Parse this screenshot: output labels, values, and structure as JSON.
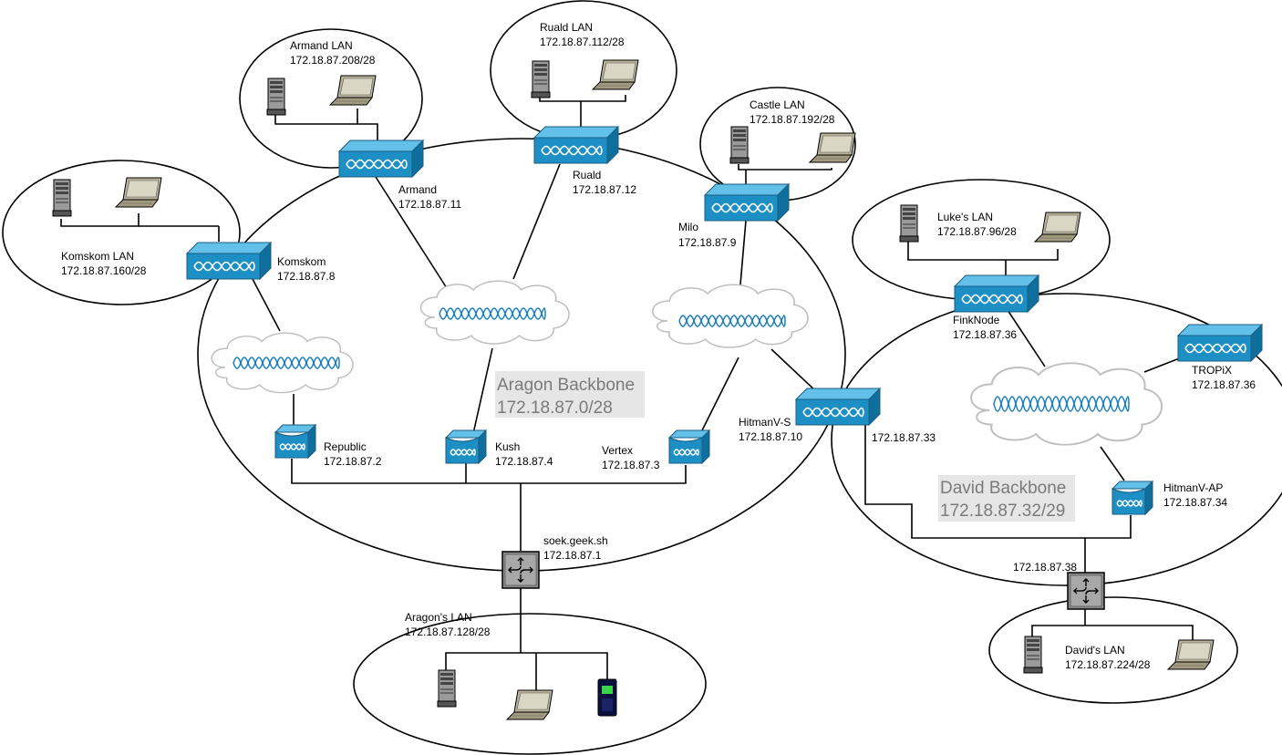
{
  "backbones": {
    "aragon": {
      "title": "Aragon Backbone",
      "subnet": "172.18.87.0/28"
    },
    "david": {
      "title": "David Backbone",
      "subnet": "172.18.87.32/29"
    }
  },
  "lans": {
    "armand": {
      "name": "Armand LAN",
      "subnet": "172.18.87.208/28"
    },
    "ruald": {
      "name": "Ruald LAN",
      "subnet": "172.18.87.112/28"
    },
    "castle": {
      "name": "Castle LAN",
      "subnet": "172.18.87.192/28"
    },
    "komskom": {
      "name": "Komskom LAN",
      "subnet": "172.18.87.160/28"
    },
    "luke": {
      "name": "Luke's LAN",
      "subnet": "172.18.87.96/28"
    },
    "aragon": {
      "name": "Aragon's LAN",
      "subnet": "172.18.87.128/28"
    },
    "david": {
      "name": "David's LAN",
      "subnet": "172.18.87.224/28"
    }
  },
  "nodes": {
    "armand": {
      "name": "Armand",
      "ip": "172.18.87.11"
    },
    "ruald": {
      "name": "Ruald",
      "ip": "172.18.87.12"
    },
    "milo": {
      "name": "Milo",
      "ip": "172.18.87.9"
    },
    "komskom": {
      "name": "Komskom",
      "ip": "172.18.87.8"
    },
    "finknode": {
      "name": "FinkNode",
      "ip": "172.18.87.36"
    },
    "tropix": {
      "name": "TROPiX",
      "ip": "172.18.87.36"
    },
    "hitmanvs": {
      "name": "HitmanV-S",
      "ip": "172.18.87.10",
      "ip2": "172.18.87.33"
    },
    "republic": {
      "name": "Republic",
      "ip": "172.18.87.2"
    },
    "kush": {
      "name": "Kush",
      "ip": "172.18.87.4"
    },
    "vertex": {
      "name": "Vertex",
      "ip": "172.18.87.3"
    },
    "hitmanvap": {
      "name": "HitmanV-AP",
      "ip": "172.18.87.34"
    },
    "soek": {
      "name": "soek.geek.sh",
      "ip": "172.18.87.1"
    },
    "davidrouter": {
      "ip": "172.18.87.38"
    }
  },
  "colors": {
    "device_front": "#1e8fc4",
    "device_top": "#63c0e8",
    "device_side": "#0e6e9c",
    "router": "#8c8c8c",
    "cloud_wave": "#1a7fc0",
    "backbone_label_bg": "#e6e6e6"
  }
}
